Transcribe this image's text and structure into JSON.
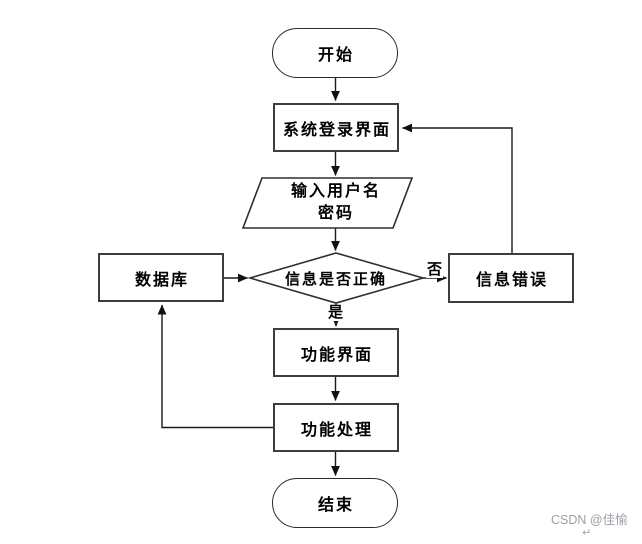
{
  "page": {
    "background": "#ffffff",
    "line_color": "#1a1a1a",
    "box_border_color": "#3d3d3d",
    "text_color": "#000000",
    "watermark_color": "#9b9ea6"
  },
  "nodes": {
    "start": {
      "shape": "terminator",
      "label": "开始"
    },
    "login": {
      "shape": "process",
      "label": "系统登录界面"
    },
    "input": {
      "shape": "io",
      "line1": "输入用户名",
      "line2": "密码"
    },
    "decision": {
      "shape": "decision",
      "label": "信息是否正确"
    },
    "database": {
      "shape": "process",
      "label": "数据库"
    },
    "error": {
      "shape": "process",
      "label": "信息错误"
    },
    "function_ui": {
      "shape": "process",
      "label": "功能界面"
    },
    "function_process": {
      "shape": "process",
      "label": "功能处理"
    },
    "end": {
      "shape": "terminator",
      "label": "结束"
    }
  },
  "edges": [
    {
      "from": "start",
      "to": "login",
      "label": ""
    },
    {
      "from": "login",
      "to": "input",
      "label": ""
    },
    {
      "from": "input",
      "to": "decision",
      "label": ""
    },
    {
      "from": "database",
      "to": "decision",
      "label": ""
    },
    {
      "from": "decision",
      "to": "error",
      "label": "否"
    },
    {
      "from": "decision",
      "to": "function_ui",
      "label": "是"
    },
    {
      "from": "function_ui",
      "to": "function_process",
      "label": ""
    },
    {
      "from": "function_process",
      "to": "end",
      "label": ""
    },
    {
      "from": "function_process",
      "to": "database",
      "label": ""
    },
    {
      "from": "error",
      "to": "login",
      "label": ""
    }
  ],
  "watermark": {
    "text": "CSDN @佳愉",
    "glyph": "↵"
  }
}
